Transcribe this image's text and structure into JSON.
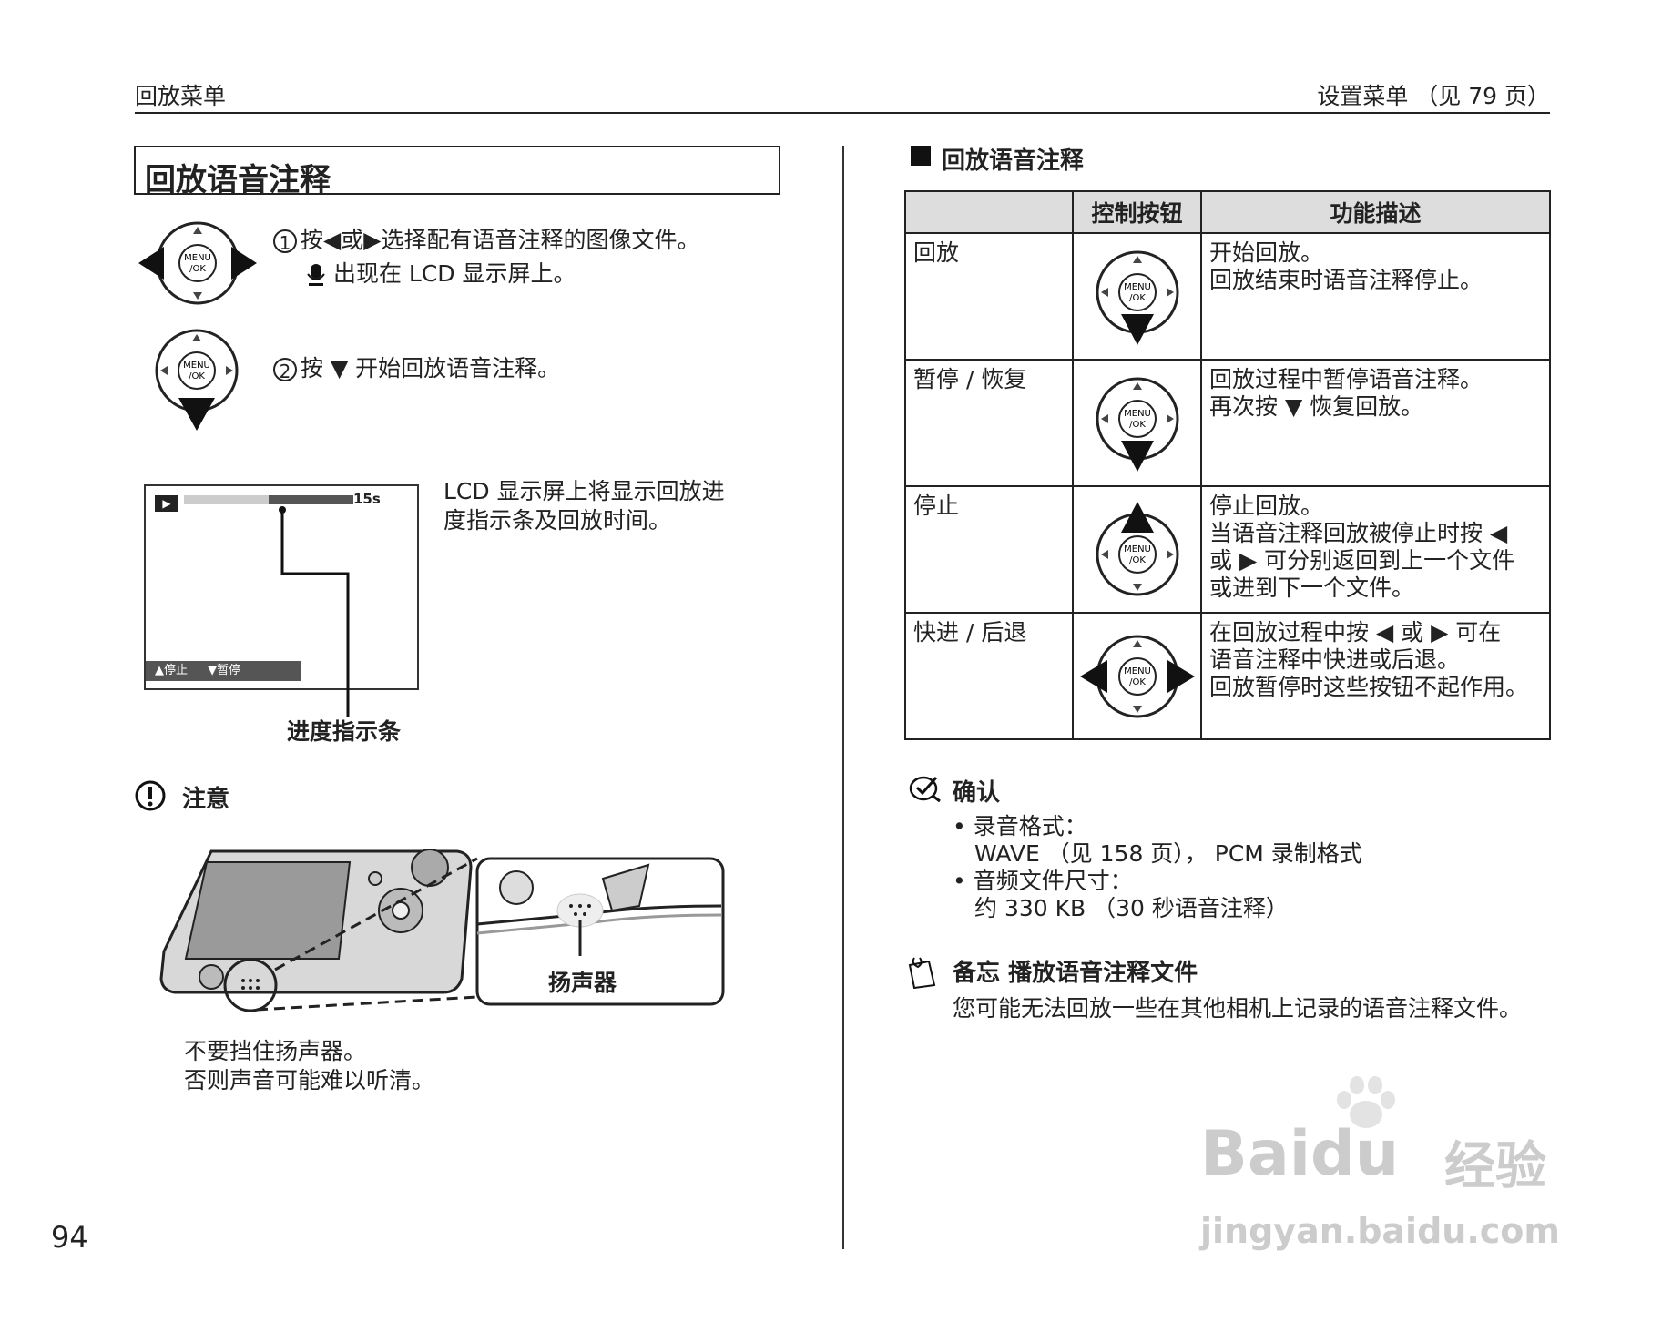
{
  "header": {
    "left": "回放菜单",
    "right": "设置菜单 （见 79 页）"
  },
  "page_number": "94",
  "left": {
    "title": "回放语音注释",
    "step1": {
      "num": "1",
      "line1": "按◀或▶选择配有语音注释的图像文件。",
      "line2": "出现在 LCD 显示屏上。"
    },
    "step2": {
      "num": "2",
      "text": "按 ▼ 开始回放语音注释。"
    },
    "lcd": {
      "play_symbol": "▶",
      "time": "15s",
      "stop_label": "停止",
      "pause_label": "暂停",
      "progress": 0.5,
      "desc_line1": "LCD 显示屏上将显示回放进",
      "desc_line2": "度指示条及回放时间。",
      "callout": "进度指示条"
    },
    "caution": {
      "label": "注意",
      "speaker_label": "扬声器",
      "note_line1": "不要挡住扬声器。",
      "note_line2": "否则声音可能难以听清。"
    }
  },
  "right": {
    "section_title": "回放语音注释",
    "table": {
      "headers": [
        "",
        "控制按钮",
        "功能描述"
      ],
      "rows": [
        {
          "name": "回放",
          "arrow": "down",
          "desc": [
            "开始回放。",
            "回放结束时语音注释停止。"
          ]
        },
        {
          "name": "暂停 / 恢复",
          "arrow": "down",
          "desc": [
            "回放过程中暂停语音注释。",
            "再次按 ▼ 恢复回放。"
          ]
        },
        {
          "name": "停止",
          "arrow": "up",
          "desc": [
            "停止回放。",
            "当语音注释回放被停止时按 ◀",
            "或 ▶ 可分别返回到上一个文件",
            "或进到下一个文件。"
          ]
        },
        {
          "name": "快进 / 后退",
          "arrow": "leftright",
          "desc": [
            "在回放过程中按 ◀ 或 ▶ 可在",
            "语音注释中快进或后退。",
            "回放暂停时这些按钮不起作用。"
          ]
        }
      ]
    },
    "confirm": {
      "label": "确认",
      "items": [
        {
          "label": "录音格式：",
          "value": "WAVE （见 158 页）， PCM 录制格式"
        },
        {
          "label": "音频文件尺寸：",
          "value": "约 330 KB （30 秒语音注释）"
        }
      ]
    },
    "memo": {
      "label": "备忘",
      "title": "播放语音注释文件",
      "text": "您可能无法回放一些在其他相机上记录的语音注释文件。"
    }
  },
  "watermark": {
    "brand1": "Bai",
    "brand2": "du",
    "brand3": "经验",
    "url": "jingyan.baidu.com"
  }
}
